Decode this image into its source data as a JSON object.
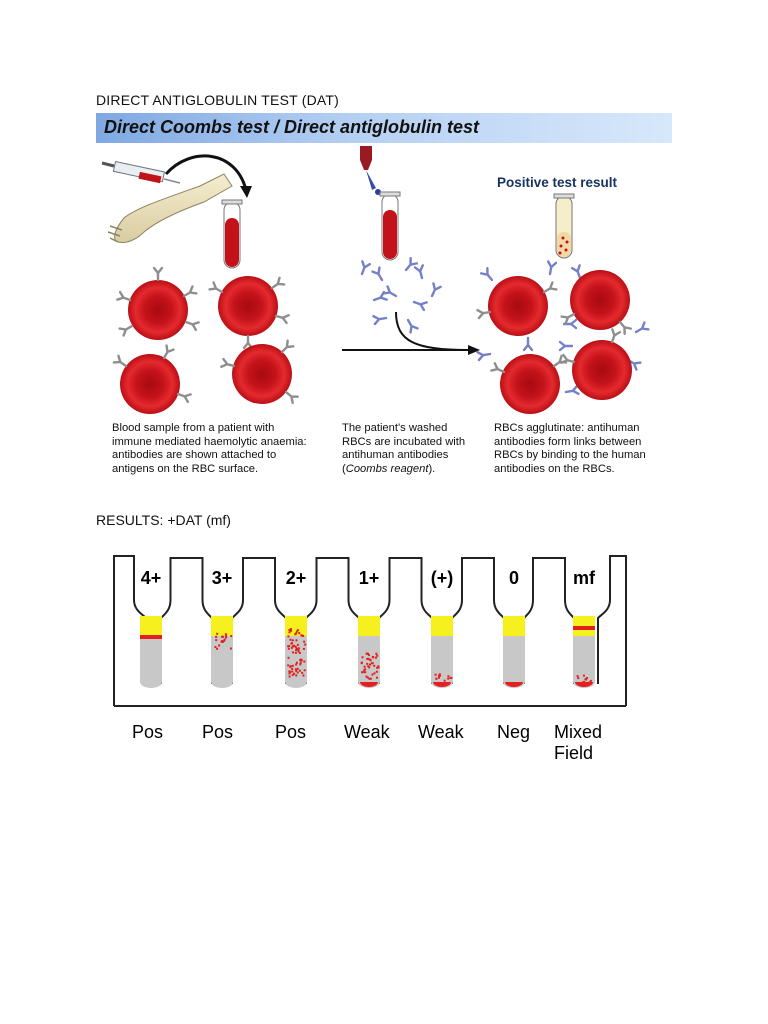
{
  "document": {
    "heading": "DIRECT ANTIGLOBULIN TEST (DAT)",
    "results_heading": "RESULTS: +DAT (mf)"
  },
  "figure": {
    "banner_title": "Direct Coombs test / Direct antiglobulin test",
    "positive_label": "Positive test result",
    "captions": {
      "step1": [
        "Blood sample from a patient with",
        "immune mediated haemolytic anaemia:",
        "antibodies are shown attached to",
        "antigens on the RBC surface."
      ],
      "step2": [
        "The patient's washed",
        "RBCs are incubated with",
        "antihuman antibodies",
        "(Coombs reagent)."
      ],
      "step2_italic": "Coombs reagent",
      "step3": [
        "RBCs agglutinate: antihuman",
        "antibodies form links between",
        "RBCs by binding to the human",
        "antibodies on the RBCs."
      ]
    },
    "colors": {
      "rbc": "#d8181e",
      "antibody": "#7b86c9",
      "human_antibody": "#909090",
      "banner": "#8fb4e8"
    }
  },
  "grading": {
    "tubes": [
      {
        "grade": "4+",
        "result": "Pos"
      },
      {
        "grade": "3+",
        "result": "Pos"
      },
      {
        "grade": "2+",
        "result": "Pos"
      },
      {
        "grade": "1+",
        "result": "Weak"
      },
      {
        "grade": "(+)",
        "result": "Weak"
      },
      {
        "grade": "0",
        "result": "Neg"
      },
      {
        "grade": "mf",
        "result": "Mixed Field"
      }
    ],
    "colors": {
      "gel": "#c8c8c8",
      "band": "#f6f01e",
      "rbc": "#e41f1f"
    }
  }
}
